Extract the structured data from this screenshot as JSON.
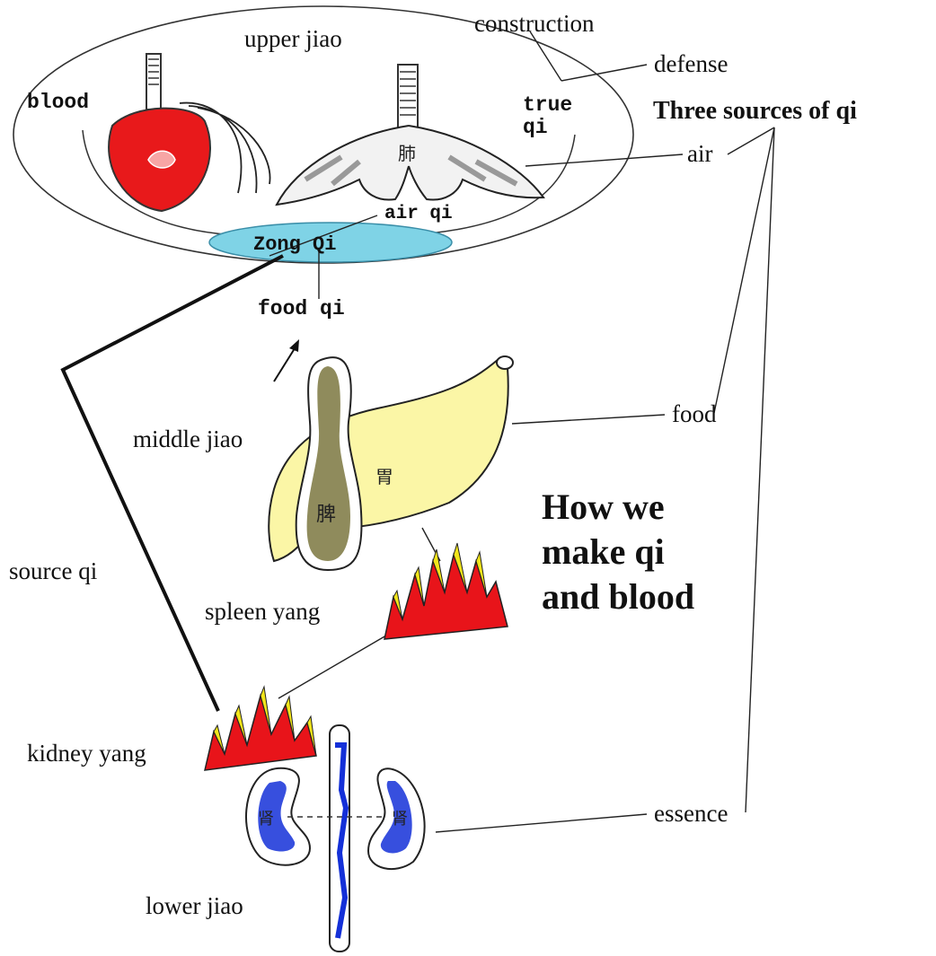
{
  "labels": {
    "upper_jiao": "upper jiao",
    "construction": "construction",
    "defense": "defense",
    "true_qi_1": "true",
    "true_qi_2": "qi",
    "three_sources": "Three sources of qi",
    "air": "air",
    "blood": "blood",
    "air_qi": "air qi",
    "zong_qi": "Zong Qi",
    "food_qi": "food qi",
    "food": "food",
    "middle_jiao": "middle jiao",
    "source_qi": "source qi",
    "spleen_yang": "spleen yang",
    "kidney_yang": "kidney yang",
    "essence": "essence",
    "lower_jiao": "lower jiao",
    "title_1": "How we",
    "title_2": "make qi",
    "title_3": "and blood"
  },
  "organ_glyphs": {
    "lung": "肺",
    "stomach": "胃",
    "spleen": "脾",
    "kidney_left": "肾",
    "kidney_right": "肾"
  },
  "colors": {
    "zong_qi_fill": "#7fd3e6",
    "heart_red": "#e8191b",
    "stomach_yellow": "#fbf6a6",
    "spleen_olive": "#8f8b5c",
    "flame_red": "#e8141a",
    "flame_yellow": "#f2e51a",
    "kidney_blue": "#1430d8"
  }
}
